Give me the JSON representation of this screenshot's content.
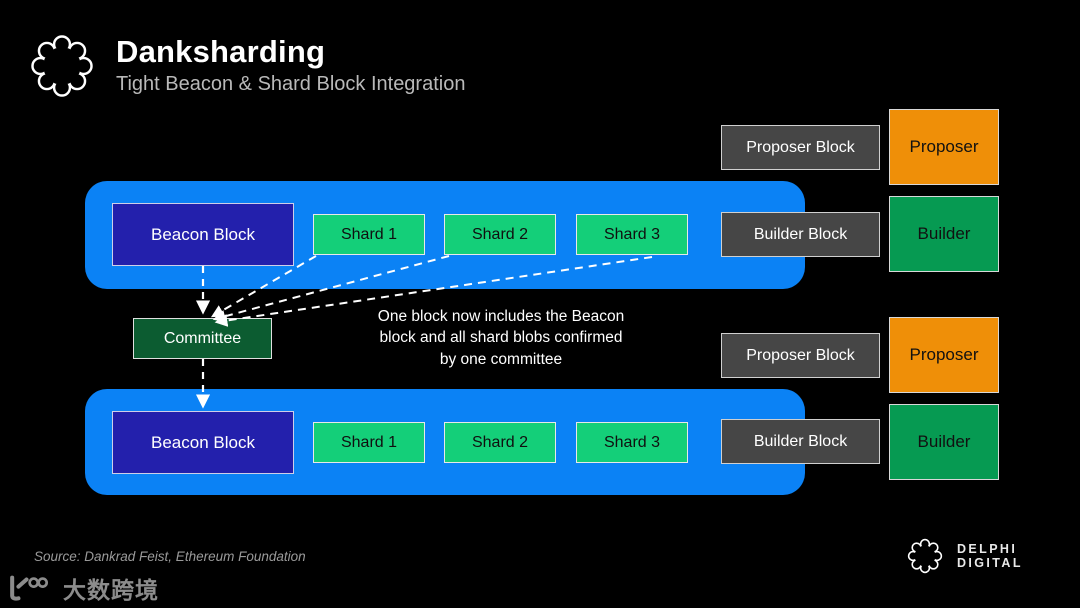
{
  "header": {
    "title": "Danksharding",
    "subtitle": "Tight Beacon & Shard Block Integration",
    "logo_icon": "delphi-ring-logo-icon"
  },
  "diagram": {
    "rows": [
      {
        "id": "row-top",
        "beacon_label": "Beacon Block",
        "shards": [
          "Shard 1",
          "Shard 2",
          "Shard 3"
        ],
        "builder_block_label": "Builder Block",
        "proposer_block_label": "Proposer Block",
        "proposer_label": "Proposer",
        "builder_label": "Builder"
      },
      {
        "id": "row-bottom",
        "beacon_label": "Beacon Block",
        "shards": [
          "Shard 1",
          "Shard 2",
          "Shard 3"
        ],
        "builder_block_label": "Builder Block",
        "proposer_block_label": "Proposer Block",
        "proposer_label": "Proposer",
        "builder_label": "Builder"
      }
    ],
    "committee_label": "Committee",
    "annotation": "One block now includes the Beacon\nblock and all shard blobs confirmed\nby one committee"
  },
  "footer": {
    "source": "Source: Dankrad Feist, Ethereum Foundation",
    "brand_name": "DELPHI DIGITAL",
    "brand_icon": "delphi-ring-logo-icon",
    "watermark_text": "大数跨境",
    "watermark_icon": "watermark-mark-icon"
  },
  "colors": {
    "background": "#000000",
    "band_blue": "#0b82f5",
    "beacon_indigo": "#2320ac",
    "shard_green": "#14cf79",
    "gray_block": "#464646",
    "proposer_orange": "#ef8f08",
    "builder_green": "#069a52",
    "committee_green": "#0c5c31",
    "text_primary": "#ffffff",
    "text_muted": "#b9b9b9"
  }
}
